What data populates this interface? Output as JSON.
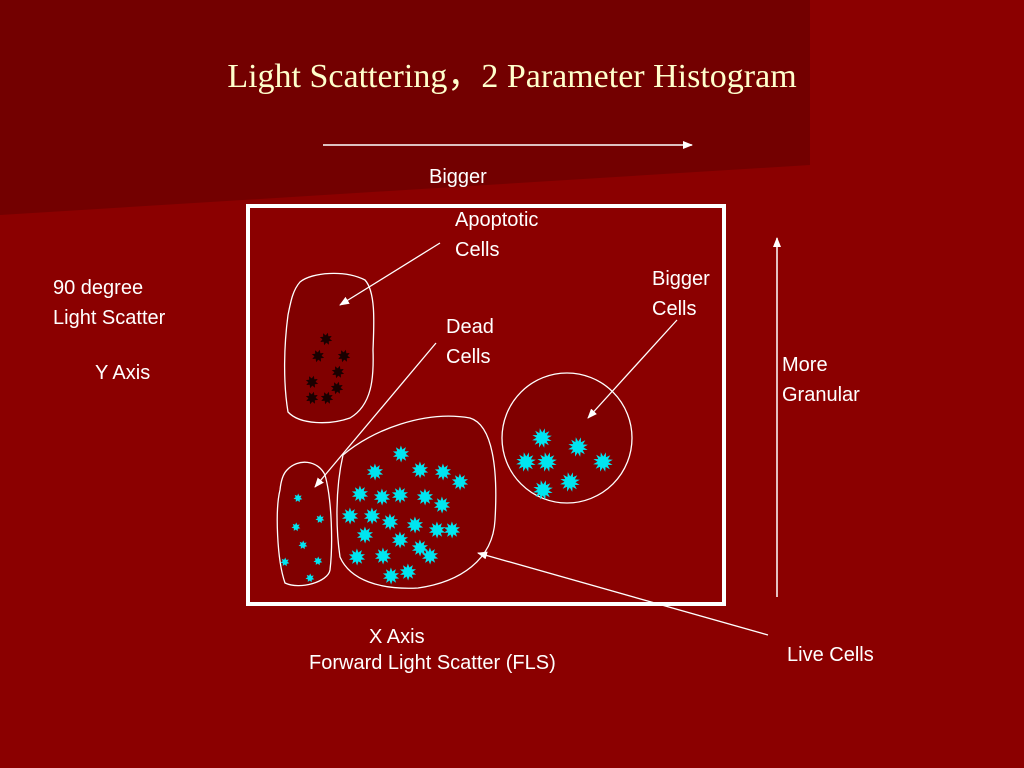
{
  "slide": {
    "title": "Light Scattering，2 Parameter Histogram",
    "colors": {
      "background": "#8b0000",
      "panel": "#730000",
      "title_text": "#ffffcc",
      "label_text": "#ffffff",
      "population_fill": "#800000",
      "apoptotic_marker": "#1a0000",
      "cell_marker": "#00e5f0"
    }
  },
  "labels": {
    "top_arrow": "Bigger",
    "y_axis": {
      "line1": "90 degree",
      "line2": "Light Scatter",
      "line3": "Y Axis"
    },
    "x_axis": {
      "line1": "X Axis",
      "line2": "Forward Light Scatter (FLS)"
    },
    "right_arrow": {
      "line1": "More",
      "line2": "Granular"
    }
  },
  "populations": [
    {
      "id": "apoptotic",
      "line1": "Apoptotic",
      "line2": "Cells",
      "marker_icon": "dark-starburst-icon"
    },
    {
      "id": "dead",
      "line1": "Dead",
      "line2": "Cells",
      "marker_icon": "small-cyan-starburst-icon"
    },
    {
      "id": "bigger",
      "line1": "Bigger",
      "line2": "Cells",
      "marker_icon": "cyan-starburst-icon"
    },
    {
      "id": "live",
      "line1": "Live Cells",
      "marker_icon": "cyan-starburst-icon"
    }
  ]
}
